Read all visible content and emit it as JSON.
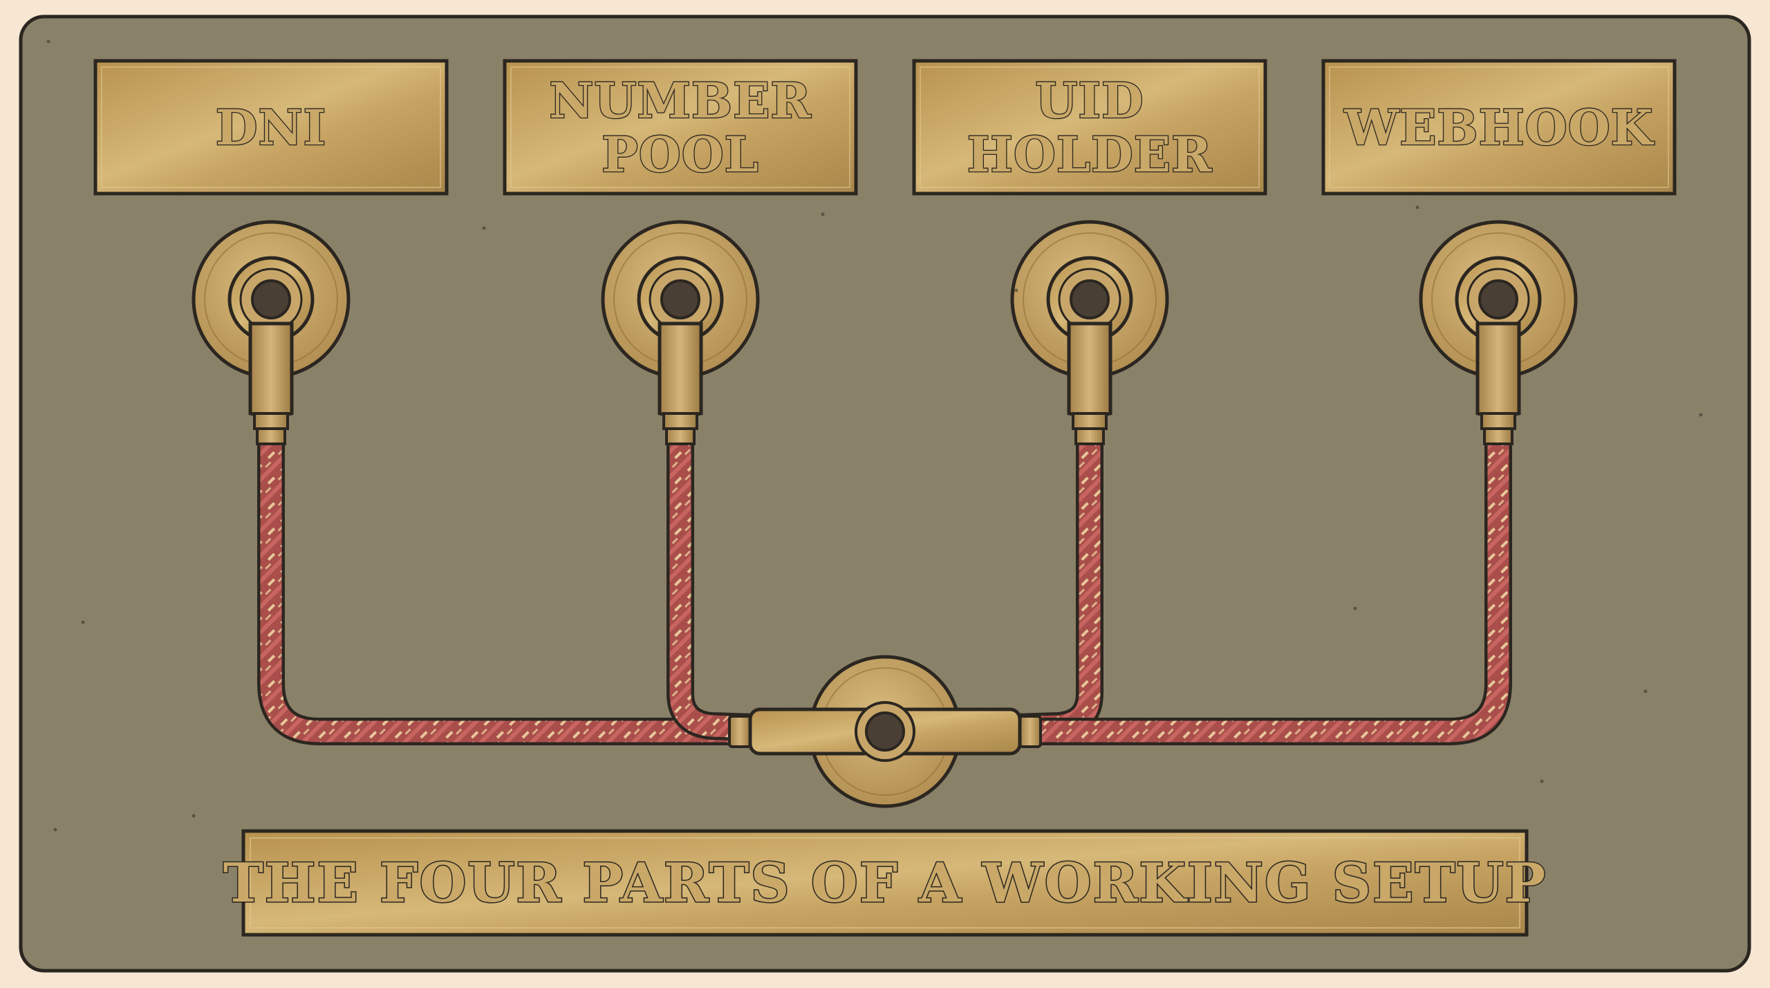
{
  "plates": [
    {
      "id": "dni",
      "lines": [
        "DNI"
      ]
    },
    {
      "id": "number-pool",
      "lines": [
        "NUMBER",
        "POOL"
      ]
    },
    {
      "id": "uid-holder",
      "lines": [
        "UID",
        "HOLDER"
      ]
    },
    {
      "id": "webhook",
      "lines": [
        "WEBHOOK"
      ]
    }
  ],
  "caption": "THE FOUR PARTS OF A WORKING SETUP",
  "colors": {
    "page_background": "#f6e6d2",
    "panel": "#8a8169",
    "panel_outline": "#2b2620",
    "brass": "#c9a868",
    "brass_shadow": "#9e7d44",
    "cable": "#a94e4b",
    "cable_stripe": "#e8c79a",
    "socket_hole": "#4a3f35"
  }
}
